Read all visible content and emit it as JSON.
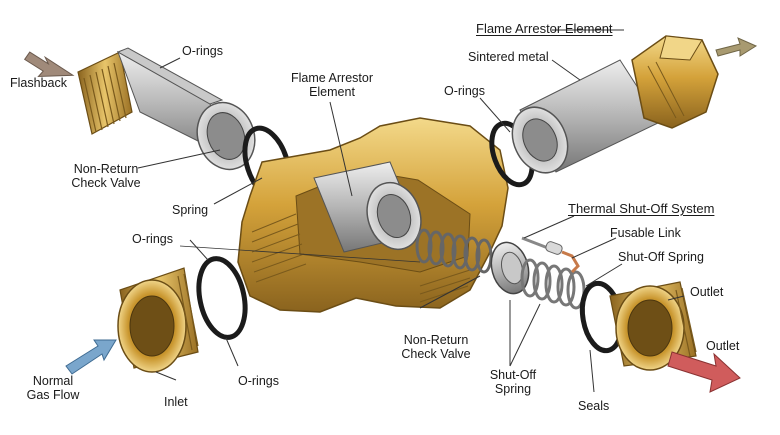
{
  "labels": {
    "flashback": "Flashback",
    "orings_top_left": "O-rings",
    "non_return_check_valve_left": [
      "Non-Return",
      "Check Valve"
    ],
    "spring": "Spring",
    "flame_arrestor_center": [
      "Flame Arrestor",
      "Element"
    ],
    "orings_top_right": "O-rings",
    "flame_arrestor_top_right": "Flame Arrestor Element",
    "sintered_metal": "Sintered metal",
    "thermal_shutoff_system": "Thermal Shut-Off System",
    "fusable_link": "Fusable Link",
    "shutoff_spring_right": "Shut-Off Spring",
    "outlet_top": "Outlet",
    "outlet_arrow": "Outlet",
    "orings_mid_left": "O-rings",
    "normal_gas_flow": [
      "Normal",
      "Gas Flow"
    ],
    "inlet": "Inlet",
    "orings_bottom": "O-rings",
    "non_return_check_valve_bottom": [
      "Non-Return",
      "Check Valve"
    ],
    "shutoff_spring_bottom": [
      "Shut-Off",
      "Spring"
    ],
    "seals": "Seals"
  },
  "colors": {
    "brass_light": "#e9c46a",
    "brass_mid": "#c9962e",
    "brass_dark": "#7a5a1c",
    "steel_light": "#d9d9d9",
    "steel_dark": "#8a8a8a",
    "oring": "#1b1b1b",
    "arrow_flashback": "#a08a7a",
    "arrow_gasflow": "#7aa6cc",
    "arrow_outlet": "#d05c5c",
    "arrow_topright": "#a89a70",
    "leader": "#333333",
    "fusable_link": "#c77a4a"
  }
}
